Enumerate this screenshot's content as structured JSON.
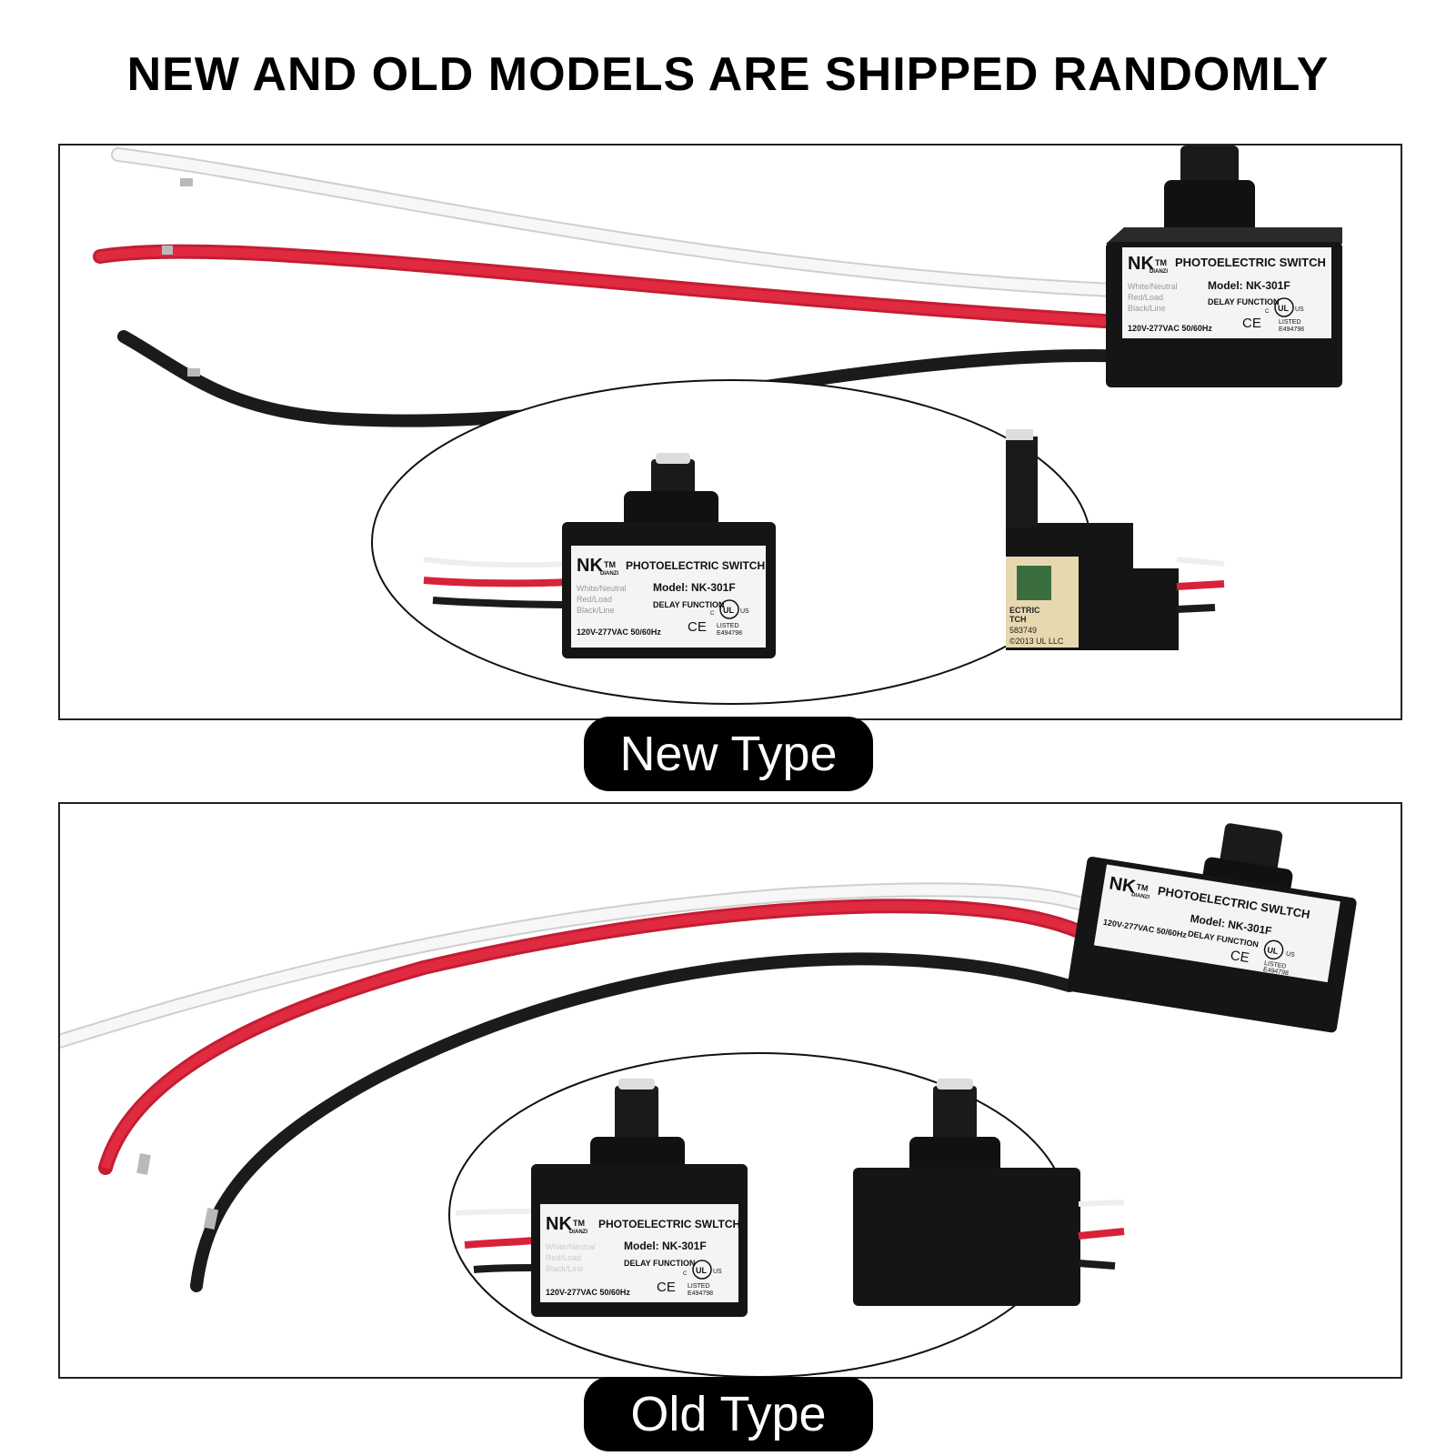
{
  "headline": "NEW AND OLD MODELS ARE SHIPPED RANDOMLY",
  "new_type": {
    "caption": "New Type",
    "label": {
      "brand": "NK",
      "brand_sub": "DIANZI",
      "tm": "TM",
      "title": "PHOTOELECTRIC SWITCH",
      "model": "Model:  NK-301F",
      "delay": "DELAY FUNCTION",
      "wire_white": "White/Neutral",
      "wire_red": "Red/Load",
      "wire_black": "Black/Line",
      "voltage": "120V-277VAC 50/60Hz",
      "ce": "CE",
      "ul": "UL",
      "ul_c": "C",
      "ul_us": "US",
      "listed": "LISTED",
      "file_no": "E494798"
    },
    "back_sticker": {
      "line1": "ECTRIC",
      "line2": "TCH",
      "line3": "583749",
      "line4": "©2013 UL LLC"
    }
  },
  "old_type": {
    "caption": "Old Type",
    "label": {
      "brand": "NK",
      "brand_sub": "DIANZI",
      "tm": "TM",
      "title": "PHOTOELECTRIC SWLTCH",
      "model": "Model:  NK-301F",
      "delay": "DELAY FUNCTION",
      "wire_white": "White/Neutral",
      "wire_red": "Red/Load",
      "wire_black": "Black/Line",
      "voltage": "120V-277VAC 50/60Hz",
      "ce": "CE",
      "ul": "UL",
      "ul_c": "C",
      "ul_us": "US",
      "listed": "LISTED",
      "file_no": "E494798"
    }
  },
  "colors": {
    "wire_white": "#f2f2f2",
    "wire_red": "#d8223a",
    "wire_black": "#1c1c1c",
    "housing": "#151515",
    "label_bg": "#f6f6f6"
  }
}
